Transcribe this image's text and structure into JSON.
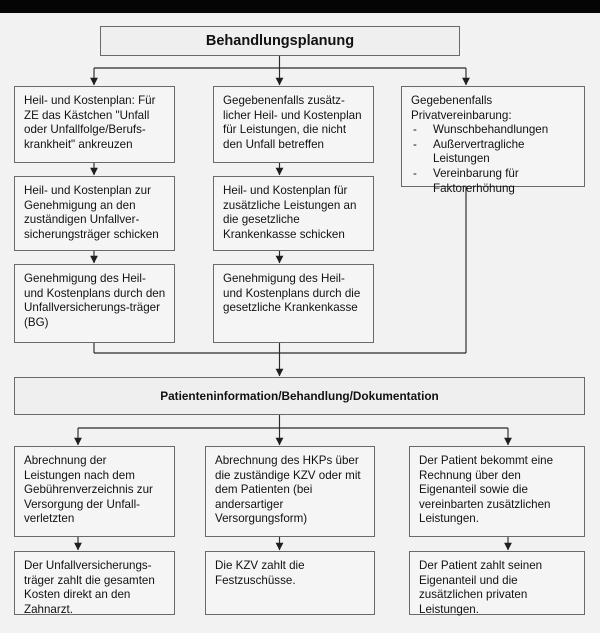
{
  "diagram": {
    "title_box": {
      "label": "Behandlungsplanung"
    },
    "mid_bar": {
      "label": "Patienteninformation/Behandlung/Dokumentation"
    },
    "columns": {
      "left": {
        "row1": "Heil- und Kostenplan: Für ZE das Kästchen \"Unfall oder Unfallfolge/Berufs-krankheit\" ankreuzen",
        "row2": "Heil- und Kostenplan zur Genehmigung an den zuständigen Unfallver-sicherungsträger schicken",
        "row3": "Genehmigung des Heil- und Kostenplans durch den Unfallversicherungs-träger (BG)",
        "row4": "Abrechnung der Leistungen nach dem Gebührenverzeichnis zur Versorgung der Unfall-verletzten",
        "row5": "Der Unfallversicherungs-träger zahlt die gesamten Kosten direkt an den Zahnarzt."
      },
      "middle": {
        "row1": "Gegebenenfalls zusätz-licher Heil- und Kostenplan für Leistungen, die nicht den Unfall betreffen",
        "row2": "Heil- und Kostenplan für zusätzliche Leistungen an die gesetzliche Krankenkasse schicken",
        "row3": "Genehmigung des Heil- und Kostenplans durch die gesetzliche Krankenkasse",
        "row4": "Abrechnung des HKPs über die zuständige KZV oder mit dem Patienten (bei andersartiger Versorgungsform)",
        "row5": "Die KZV zahlt die Festzuschüsse."
      },
      "right": {
        "row1_heading": "Gegebenenfalls Privatvereinbarung:",
        "row1_bullets": [
          "Wunschbehandlungen",
          "Außervertragliche Leistungen",
          "Vereinbarung für Faktorerhöhung"
        ],
        "row4": "Der Patient bekommt eine Rechnung über den Eigenanteil sowie die vereinbarten zusätzlichen Leistungen.",
        "row5": "Der Patient zahlt seinen Eigenanteil und die zusätzlichen privaten Leistungen."
      }
    },
    "colors": {
      "background": "#f2f2f2",
      "box_fill": "#f5f5f5",
      "box_border": "#6a6a6a",
      "connector": "#2b2b2b",
      "top_bar": "#050505"
    }
  }
}
